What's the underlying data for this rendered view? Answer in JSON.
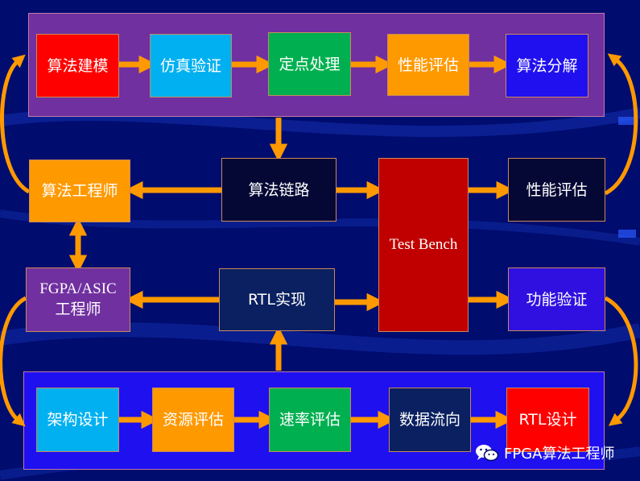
{
  "colors": {
    "background": "#000c6e",
    "arrow": "#ff9900",
    "top_group": "#7030a0",
    "bottom_group": "#1f10f0"
  },
  "top_row": [
    "算法建模",
    "仿真验证",
    "定点处理",
    "性能评估",
    "算法分解"
  ],
  "middle": {
    "algorithm_engineer": "算法工程师",
    "algorithm_link": "算法链路",
    "test_bench": "Test Bench",
    "performance_eval": "性能评估",
    "fpga_asic_engineer": "FGPA/ASIC\n工程师",
    "rtl_impl": "RTL实现",
    "function_verify": "功能验证"
  },
  "bottom_row": [
    "架构设计",
    "资源评估",
    "速率评估",
    "数据流向",
    "RTL设计"
  ],
  "watermark": {
    "icon": "wechat-icon",
    "text": "FPGA算法工程师"
  }
}
